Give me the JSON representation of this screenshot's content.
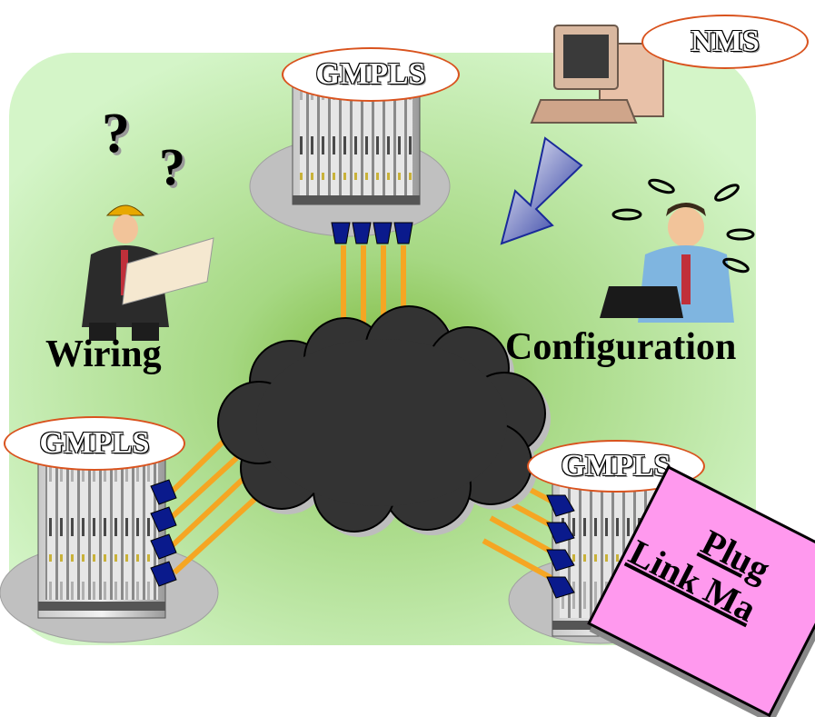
{
  "nodes": {
    "top_label": "GMPLS",
    "bottom_left_label": "GMPLS",
    "bottom_right_label": "GMPLS"
  },
  "nms_label": "NMS",
  "wiring_label": "Wiring",
  "configuration_label": "Configuration",
  "question_marks": [
    "?",
    "?"
  ],
  "plug_box": {
    "line1": "Plug",
    "line2": "Link Ma"
  },
  "colors": {
    "background_panel": "#c8f0b8",
    "link_color": "#f5a623",
    "cloud": "#333333",
    "port_color": "#0a1a8c",
    "oval_border": "#d9531e",
    "plug_box": "#ff99ee"
  }
}
